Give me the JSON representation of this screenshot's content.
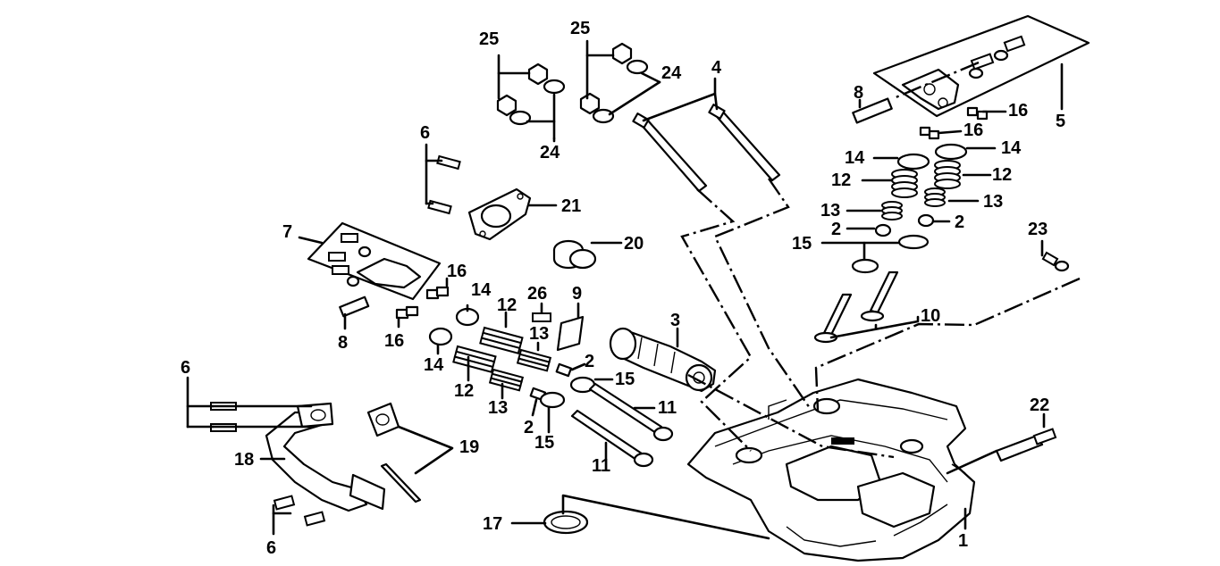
{
  "labels": [
    {
      "id": "c1",
      "text": "1"
    },
    {
      "id": "c2a",
      "text": "2"
    },
    {
      "id": "c2b",
      "text": "2"
    },
    {
      "id": "c2c",
      "text": "2"
    },
    {
      "id": "c2d",
      "text": "2"
    },
    {
      "id": "c3",
      "text": "3"
    },
    {
      "id": "c4",
      "text": "4"
    },
    {
      "id": "c5",
      "text": "5"
    },
    {
      "id": "c6a",
      "text": "6"
    },
    {
      "id": "c6b",
      "text": "6"
    },
    {
      "id": "c6c",
      "text": "6"
    },
    {
      "id": "c7",
      "text": "7"
    },
    {
      "id": "c8a",
      "text": "8"
    },
    {
      "id": "c8b",
      "text": "8"
    },
    {
      "id": "c9",
      "text": "9"
    },
    {
      "id": "c10",
      "text": "10"
    },
    {
      "id": "c11a",
      "text": "11"
    },
    {
      "id": "c11b",
      "text": "11"
    },
    {
      "id": "c12a",
      "text": "12"
    },
    {
      "id": "c12b",
      "text": "12"
    },
    {
      "id": "c12c",
      "text": "12"
    },
    {
      "id": "c12d",
      "text": "12"
    },
    {
      "id": "c13a",
      "text": "13"
    },
    {
      "id": "c13b",
      "text": "13"
    },
    {
      "id": "c13c",
      "text": "13"
    },
    {
      "id": "c13d",
      "text": "13"
    },
    {
      "id": "c14a",
      "text": "14"
    },
    {
      "id": "c14b",
      "text": "14"
    },
    {
      "id": "c14c",
      "text": "14"
    },
    {
      "id": "c14d",
      "text": "14"
    },
    {
      "id": "c15a",
      "text": "15"
    },
    {
      "id": "c15b",
      "text": "15"
    },
    {
      "id": "c15c",
      "text": "15"
    },
    {
      "id": "c16a",
      "text": "16"
    },
    {
      "id": "c16b",
      "text": "16"
    },
    {
      "id": "c16c",
      "text": "16"
    },
    {
      "id": "c16d",
      "text": "16"
    },
    {
      "id": "c17",
      "text": "17"
    },
    {
      "id": "c18",
      "text": "18"
    },
    {
      "id": "c19",
      "text": "19"
    },
    {
      "id": "c20",
      "text": "20"
    },
    {
      "id": "c21",
      "text": "21"
    },
    {
      "id": "c22",
      "text": "22"
    },
    {
      "id": "c23",
      "text": "23"
    },
    {
      "id": "c24a",
      "text": "24"
    },
    {
      "id": "c24b",
      "text": "24"
    },
    {
      "id": "c25a",
      "text": "25"
    },
    {
      "id": "c25b",
      "text": "25"
    },
    {
      "id": "c26",
      "text": "26"
    }
  ]
}
